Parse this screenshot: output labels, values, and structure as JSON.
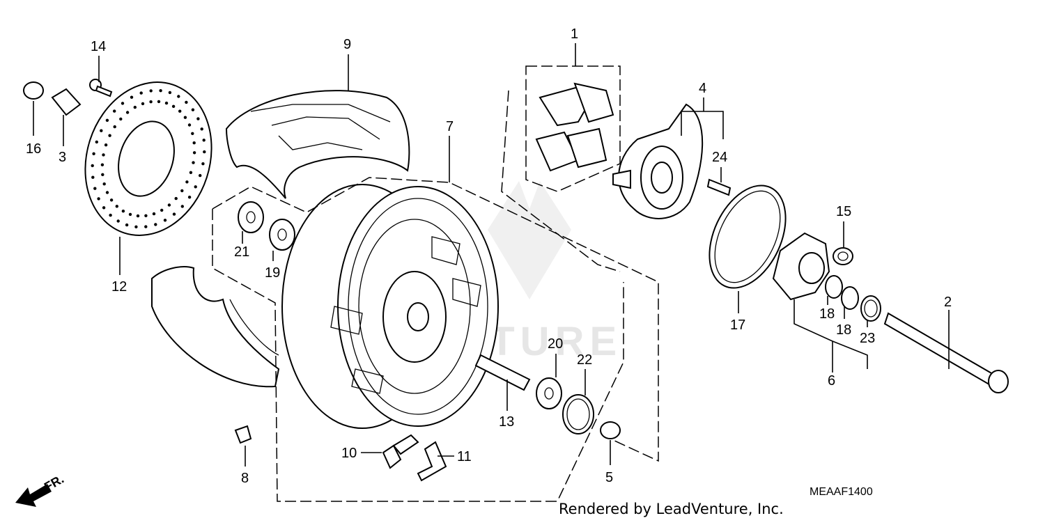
{
  "diagram": {
    "callouts": [
      {
        "id": "1",
        "text": "1"
      },
      {
        "id": "2",
        "text": "2"
      },
      {
        "id": "3",
        "text": "3"
      },
      {
        "id": "4",
        "text": "4"
      },
      {
        "id": "5",
        "text": "5"
      },
      {
        "id": "6",
        "text": "6"
      },
      {
        "id": "7",
        "text": "7"
      },
      {
        "id": "8",
        "text": "8"
      },
      {
        "id": "9",
        "text": "9"
      },
      {
        "id": "10",
        "text": "10"
      },
      {
        "id": "11",
        "text": "11"
      },
      {
        "id": "12",
        "text": "12"
      },
      {
        "id": "13",
        "text": "13"
      },
      {
        "id": "14",
        "text": "14"
      },
      {
        "id": "15",
        "text": "15"
      },
      {
        "id": "16",
        "text": "16"
      },
      {
        "id": "17",
        "text": "17"
      },
      {
        "id": "18a",
        "text": "18"
      },
      {
        "id": "18b",
        "text": "18"
      },
      {
        "id": "19",
        "text": "19"
      },
      {
        "id": "20",
        "text": "20"
      },
      {
        "id": "21",
        "text": "21"
      },
      {
        "id": "22",
        "text": "22"
      },
      {
        "id": "23",
        "text": "23"
      },
      {
        "id": "24",
        "text": "24"
      }
    ],
    "front_arrow": "FR.",
    "diagram_code": "MEAAF1400",
    "footer": "Rendered by LeadVenture, Inc.",
    "watermark": "VENTURE"
  }
}
